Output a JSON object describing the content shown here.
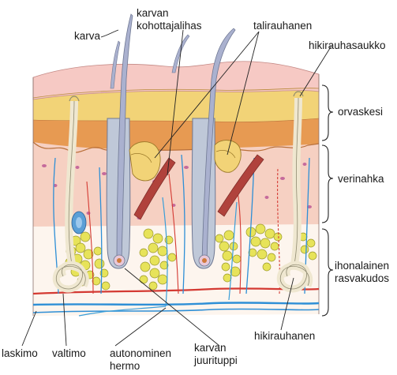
{
  "diagram": {
    "labels": {
      "karva": "karva",
      "kohottajalihas_1": "karvan",
      "kohottajalihas_2": "kohottajalihas",
      "talirauhanen": "talirauhanen",
      "hikirauhasaukko": "hikirauhasaukko",
      "orvaskesi": "orvaskesi",
      "verinahka": "verinahka",
      "rasvakudos_1": "ihonalainen",
      "rasvakudos_2": "rasvakudos",
      "hikirauhanen": "hikirauhanen",
      "laskimo": "laskimo",
      "valtimo": "valtimo",
      "hermo_1": "autonominen",
      "hermo_2": "hermo",
      "juurituppi_1": "karvan",
      "juurituppi_2": "juurituppi"
    },
    "colors": {
      "epidermis_top": "#f6c9c4",
      "epidermis_yellow": "#f2d377",
      "epidermis_orange": "#e79a52",
      "dermis": "#f6d0c2",
      "fat": "#fdf5ee",
      "fat_cells": "#e7e35a",
      "vein": "#2e8fd6",
      "artery": "#d43a33",
      "hair": "#aab1cf",
      "muscle": "#b0423c",
      "nerve": "#3a9ed8"
    }
  }
}
